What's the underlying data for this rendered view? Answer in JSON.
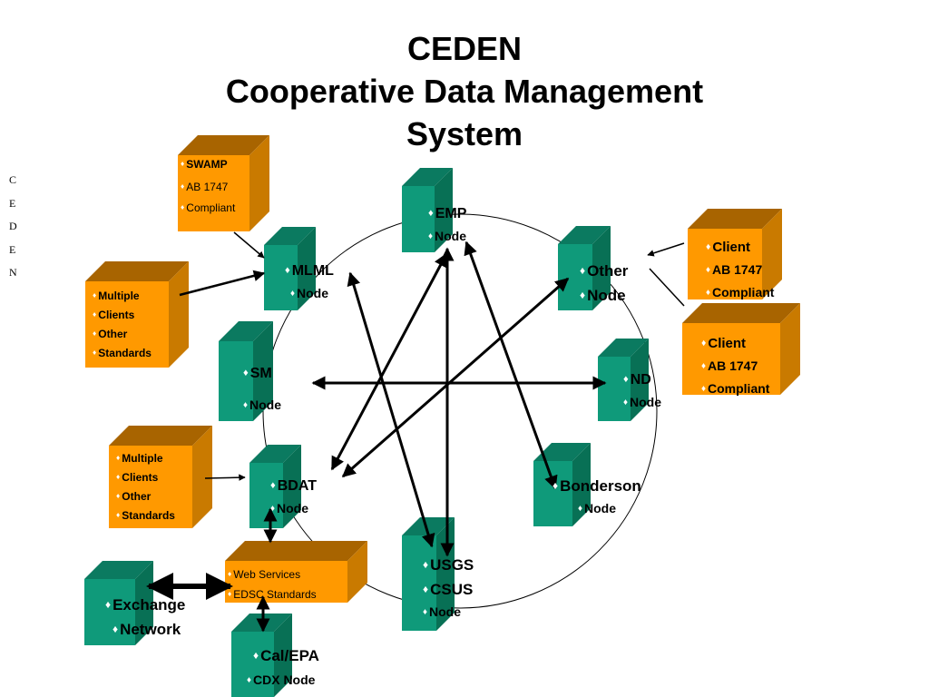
{
  "title": {
    "line1": "CEDEN",
    "line2": "Cooperative Data Management",
    "line3": "System"
  },
  "side_letters": [
    "C",
    "E",
    "D",
    "E",
    "N"
  ],
  "colors": {
    "node_front": "#0f9a7a",
    "node_top": "#0b7a60",
    "node_side": "#087055",
    "box_front": "#ff9900",
    "box_top": "#a86400",
    "box_side": "#c97a00",
    "line": "#000000"
  },
  "nodes": {
    "emp": [
      "EMP",
      "Node"
    ],
    "mlml": [
      "MLML",
      "Node"
    ],
    "other": [
      "Other",
      "Node"
    ],
    "sm": [
      "SM",
      "Node"
    ],
    "nd": [
      "ND",
      "Node"
    ],
    "bdat": [
      "BDAT",
      "Node"
    ],
    "bonderson": [
      "Bonderson",
      "Node"
    ],
    "usgs": [
      "USGS",
      "CSUS",
      "Node"
    ],
    "exchange": [
      "Exchange",
      "Network"
    ],
    "calepa": [
      "Cal/EPA",
      "CDX Node"
    ]
  },
  "boxes": {
    "swamp": [
      "SWAMP",
      "AB 1747",
      "Compliant"
    ],
    "multi1": [
      "Multiple",
      "Clients",
      "Other",
      "Standards"
    ],
    "multi2": [
      "Multiple",
      "Clients",
      "Other",
      "Standards"
    ],
    "client1": [
      "Client",
      "AB 1747",
      "Compliant"
    ],
    "client2": [
      "Client",
      "AB 1747",
      "Compliant"
    ],
    "webservices": [
      "Web Services",
      "EDSC Standards"
    ]
  }
}
